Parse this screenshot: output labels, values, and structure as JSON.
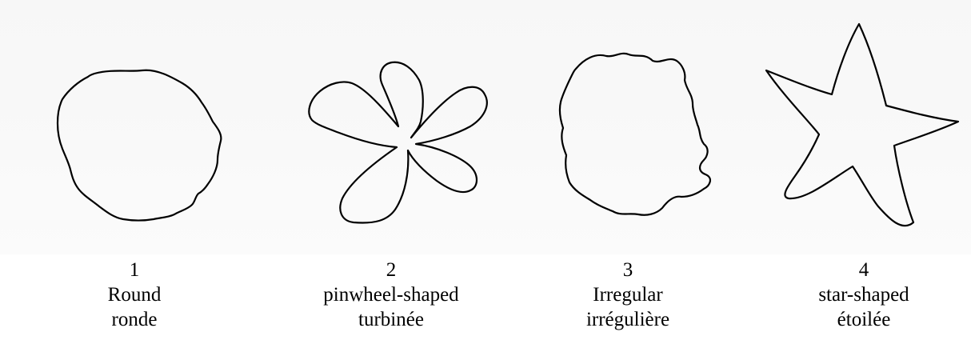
{
  "shapes": [
    {
      "number": "1",
      "en": "Round",
      "fr": "ronde",
      "icon": "round-outline-icon"
    },
    {
      "number": "2",
      "en": "pinwheel-shaped",
      "fr": "turbinée",
      "icon": "pinwheel-outline-icon"
    },
    {
      "number": "3",
      "en": "Irregular",
      "fr": "irrégulière",
      "icon": "irregular-outline-icon"
    },
    {
      "number": "4",
      "en": "star-shaped",
      "fr": "étoilée",
      "icon": "star-outline-icon"
    }
  ]
}
